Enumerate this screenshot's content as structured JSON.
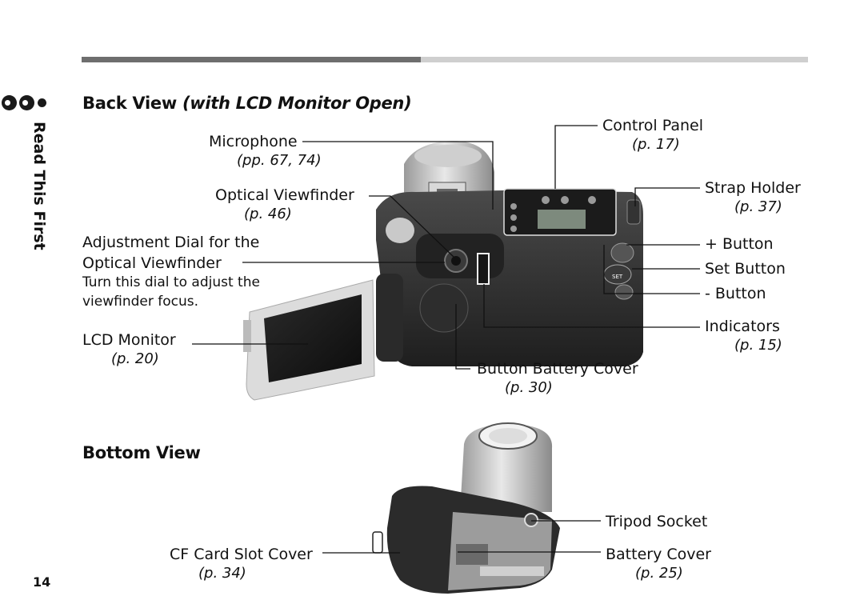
{
  "page": {
    "number": "14",
    "section_tab": "Read This First"
  },
  "back_view": {
    "title": "Back View",
    "subtitle": "(with LCD Monitor Open)",
    "callouts": {
      "microphone": {
        "label": "Microphone",
        "ref": "(pp. 67, 74)"
      },
      "optical_viewfinder": {
        "label": "Optical Viewfinder",
        "ref": "(p. 46)"
      },
      "adjustment_dial": {
        "label_line1": "Adjustment Dial for the",
        "label_line2": "Optical Viewfinder",
        "note_line1": "Turn this dial to adjust the",
        "note_line2": "viewfinder focus."
      },
      "lcd_monitor": {
        "label": "LCD Monitor",
        "ref": "(p. 20)"
      },
      "control_panel": {
        "label": "Control Panel",
        "ref": "(p. 17)"
      },
      "strap_holder": {
        "label": "Strap Holder",
        "ref": "(p. 37)"
      },
      "plus_button": {
        "label": "+ Button"
      },
      "set_button": {
        "label": "Set Button"
      },
      "minus_button": {
        "label": "- Button"
      },
      "indicators": {
        "label": "Indicators",
        "ref": "(p. 15)"
      },
      "button_battery_cover": {
        "label": "Button Battery Cover",
        "ref": "(p. 30)"
      }
    },
    "camera_text": {
      "set": "SET"
    }
  },
  "bottom_view": {
    "title": "Bottom View",
    "callouts": {
      "tripod_socket": {
        "label": "Tripod Socket"
      },
      "cf_card_slot_cover": {
        "label": "CF Card Slot Cover",
        "ref": "(p. 34)"
      },
      "battery_cover": {
        "label": "Battery Cover",
        "ref": "(p. 25)"
      }
    }
  },
  "colors": {
    "progress_dark": "#6e6e6e",
    "progress_light": "#cfcfcf",
    "text": "#111111"
  }
}
